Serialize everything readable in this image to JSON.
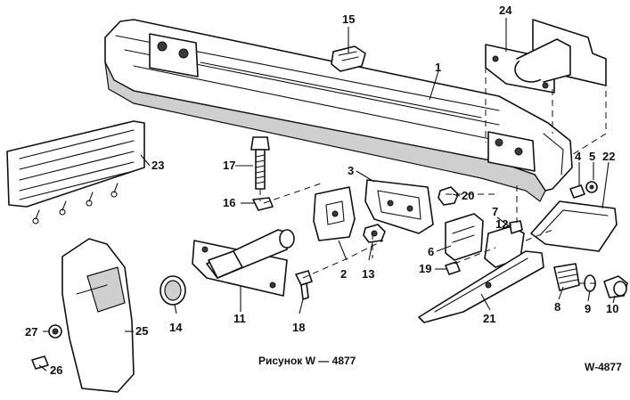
{
  "caption": "Рисунок W — 4877",
  "figure_code": "W-4877",
  "callouts": [
    "1",
    "2",
    "3",
    "4",
    "5",
    "6",
    "7",
    "8",
    "9",
    "10",
    "11",
    "12",
    "13",
    "14",
    "15",
    "16",
    "17",
    "18",
    "19",
    "20",
    "21",
    "22",
    "23",
    "24",
    "25",
    "26",
    "27"
  ]
}
